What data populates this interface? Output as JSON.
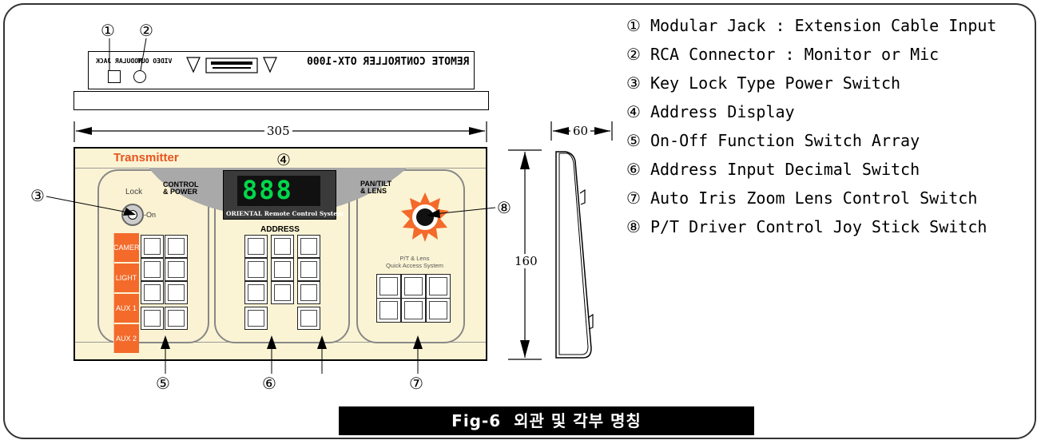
{
  "callouts": {
    "c1": "①",
    "c2": "②",
    "c3": "③",
    "c4": "④",
    "c5": "⑤",
    "c6": "⑥",
    "c7": "⑦",
    "c8": "⑧"
  },
  "top_view": {
    "model_text": "REMOTE CONTROLLER OTX-1000",
    "jack_text": "MODULAR JACK",
    "rca_text": "VIDEO OUT"
  },
  "dimensions": {
    "width": "305",
    "depth": "60",
    "height": "160"
  },
  "panel": {
    "brand": "Transmitter",
    "control_power": "CONTROL\n& POWER",
    "lock": "Lock",
    "on": "-On",
    "display_value": "888",
    "display_caption": "ORIENTAL Remote Control System",
    "address": "ADDRESS",
    "pan_tilt": "PAN/TILT\n& LENS",
    "quick_access": "P/T & Lens\nQuick Access System",
    "func_labels": [
      "CAMERA",
      "LIGHT",
      "AUX 1",
      "AUX 2"
    ]
  },
  "legend": [
    "① Modular Jack : Extension Cable Input",
    "② RCA Connector : Monitor or Mic",
    "③ Key Lock Type Power Switch",
    "④ Address Display",
    "⑤ On-Off Function Switch Array",
    "⑥ Address Input Decimal Switch",
    "⑦ Auto Iris Zoom Lens Control Switch",
    "⑧ P/T Driver Control Joy Stick Switch"
  ],
  "caption": "Fig-6  외관 및 각부 명칭",
  "colors": {
    "panel_bg": "#fbf4d4",
    "dome": "#a9a9a9",
    "orange": "#f36a2a",
    "display_digits": "#00d84a",
    "brand_text": "#e8541e"
  }
}
